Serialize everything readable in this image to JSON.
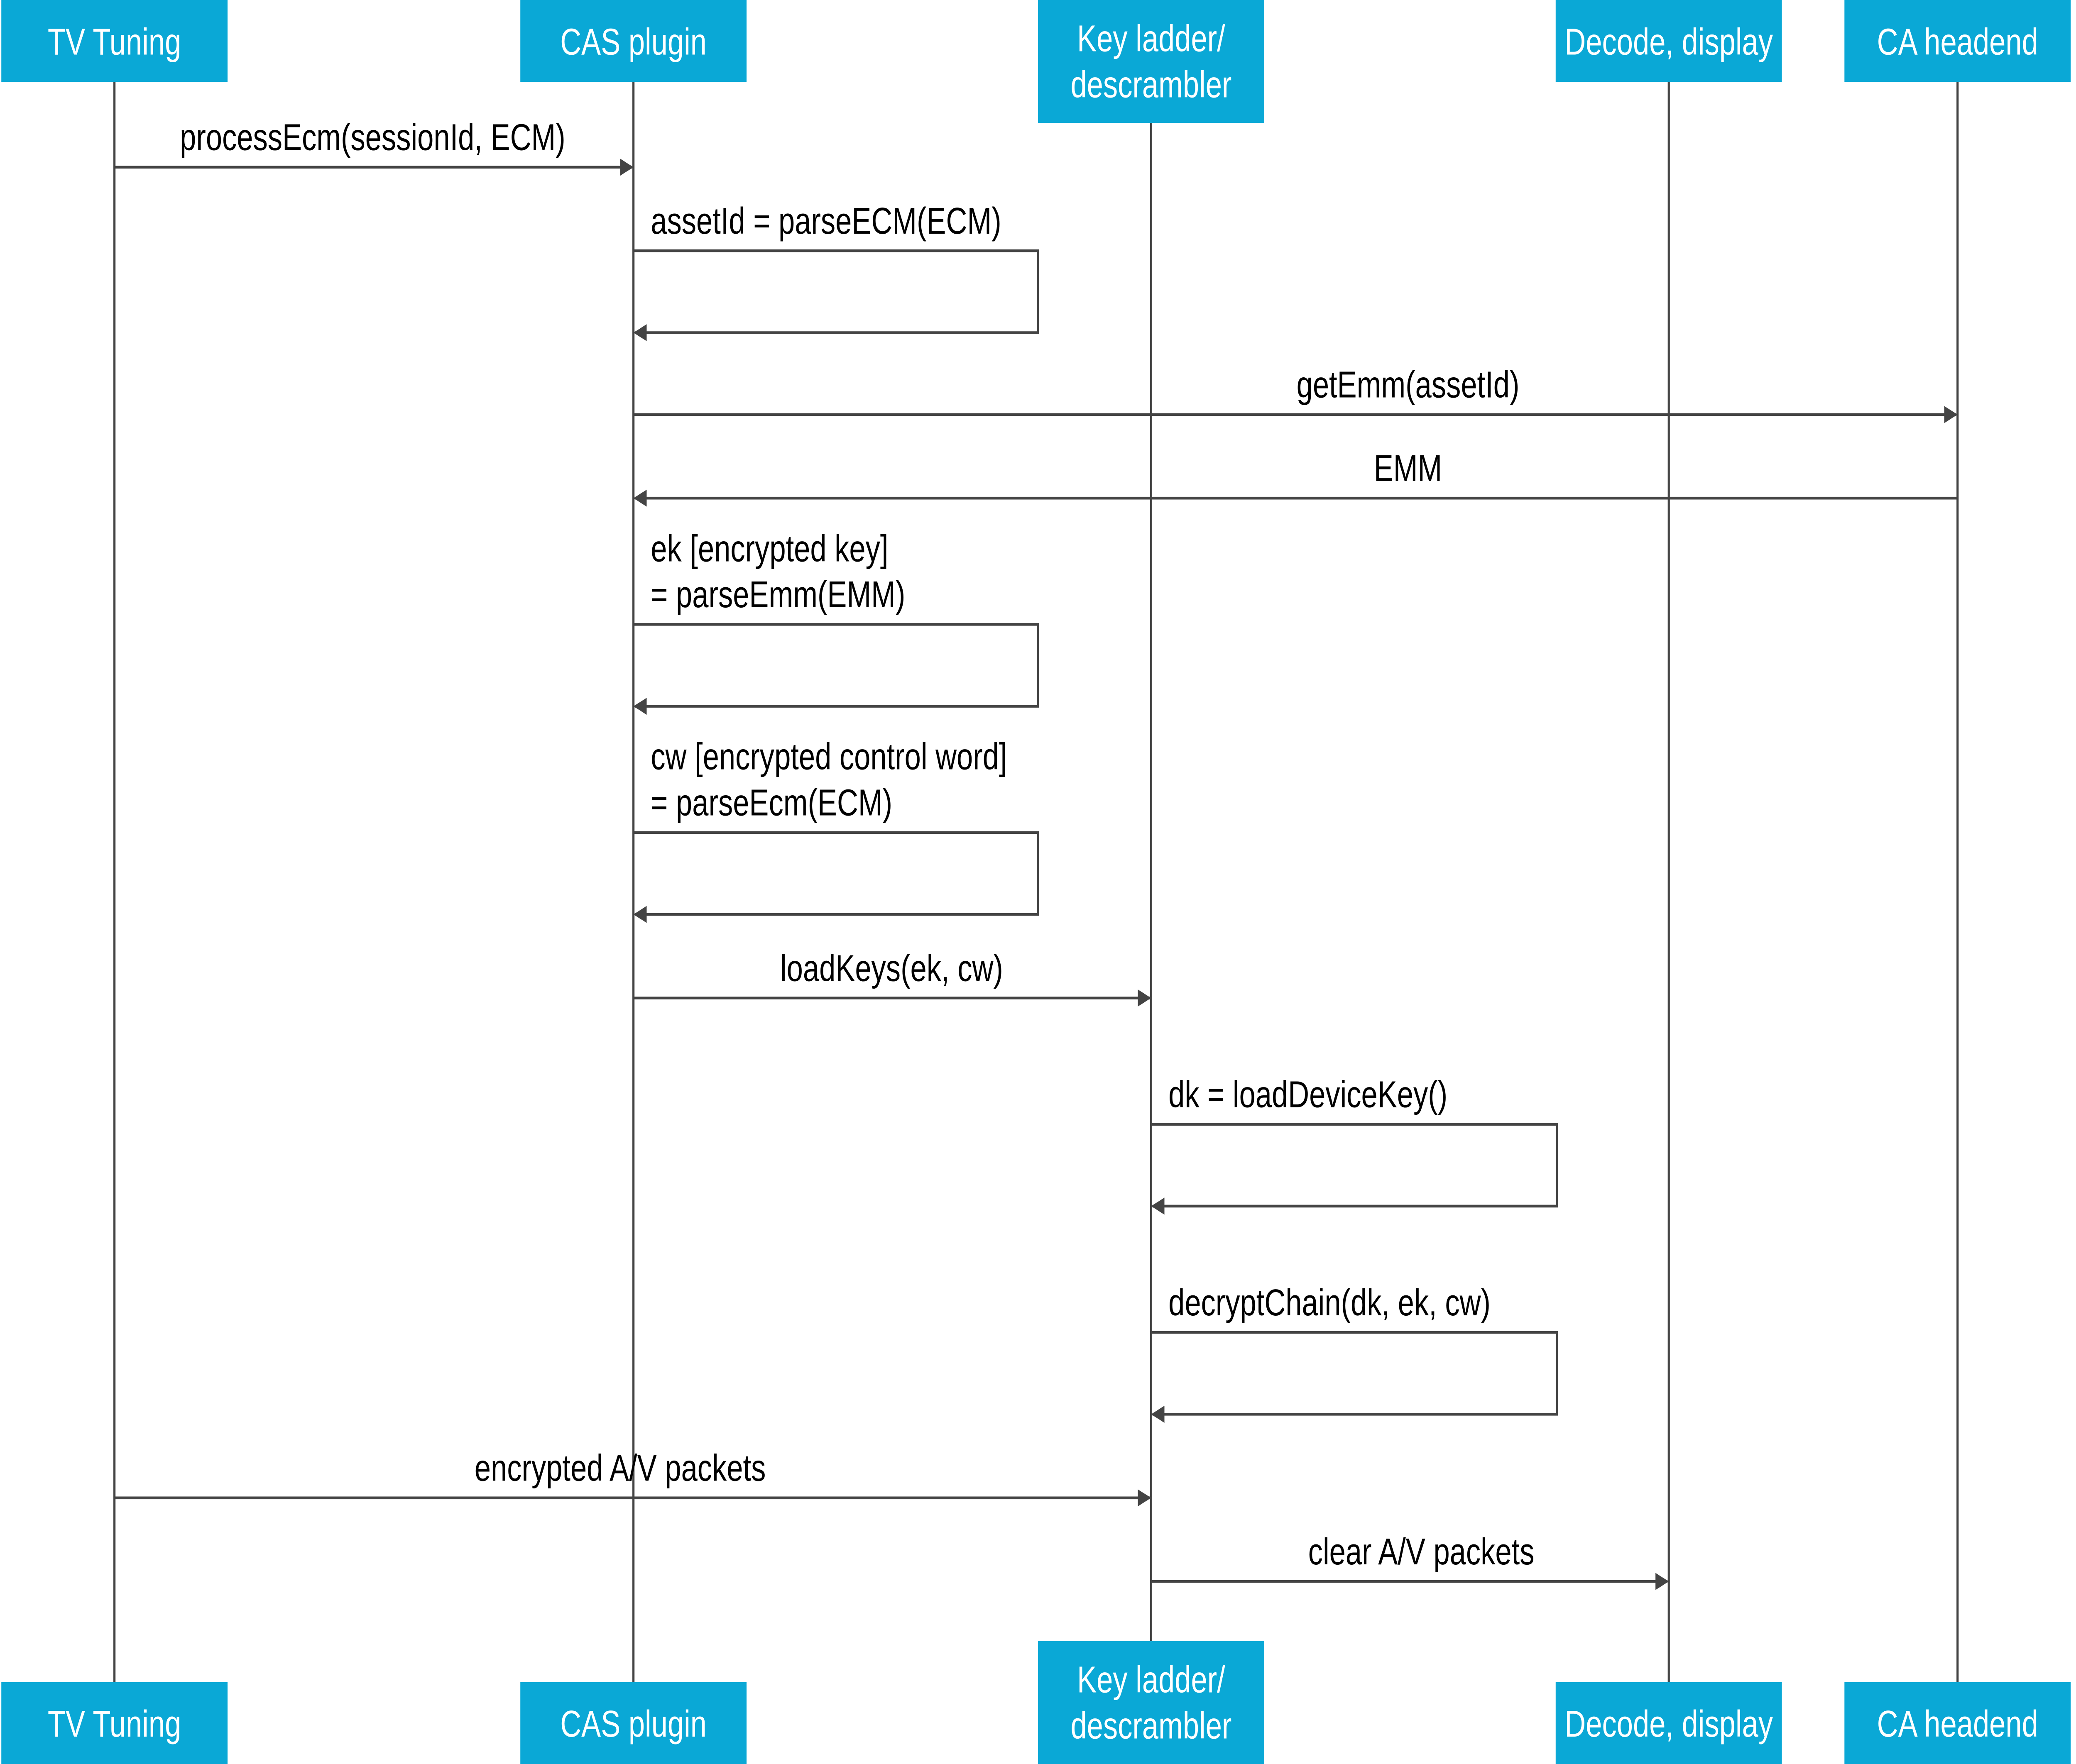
{
  "colors": {
    "participant_box": "#0aa8d6",
    "participant_text": "#ffffff",
    "line": "#444444"
  },
  "participants": [
    {
      "id": "tv",
      "label": [
        "TV Tuning"
      ]
    },
    {
      "id": "cas",
      "label": [
        "CAS plugin"
      ]
    },
    {
      "id": "key",
      "label": [
        "Key ladder/",
        "descrambler"
      ]
    },
    {
      "id": "dec",
      "label": [
        "Decode, display"
      ]
    },
    {
      "id": "ca",
      "label": [
        "CA headend"
      ]
    }
  ],
  "messages": [
    {
      "from": "tv",
      "to": "cas",
      "label": [
        "processEcm(sessionId, ECM)"
      ]
    },
    {
      "from": "cas",
      "to": "cas",
      "label": [
        "assetId = parseECM(ECM)"
      ]
    },
    {
      "from": "cas",
      "to": "ca",
      "label": [
        "getEmm(assetId)"
      ]
    },
    {
      "from": "ca",
      "to": "cas",
      "label": [
        "EMM"
      ]
    },
    {
      "from": "cas",
      "to": "cas",
      "label": [
        "ek [encrypted key]",
        "= parseEmm(EMM)"
      ]
    },
    {
      "from": "cas",
      "to": "cas",
      "label": [
        "cw [encrypted control word]",
        "= parseEcm(ECM)"
      ]
    },
    {
      "from": "cas",
      "to": "key",
      "label": [
        "loadKeys(ek, cw)"
      ]
    },
    {
      "from": "key",
      "to": "key",
      "label": [
        "dk = loadDeviceKey()"
      ]
    },
    {
      "from": "key",
      "to": "key",
      "label": [
        "decryptChain(dk, ek, cw)"
      ]
    },
    {
      "from": "tv",
      "to": "key",
      "label": [
        "encrypted A/V packets"
      ]
    },
    {
      "from": "key",
      "to": "dec",
      "label": [
        "clear A/V packets"
      ]
    }
  ]
}
